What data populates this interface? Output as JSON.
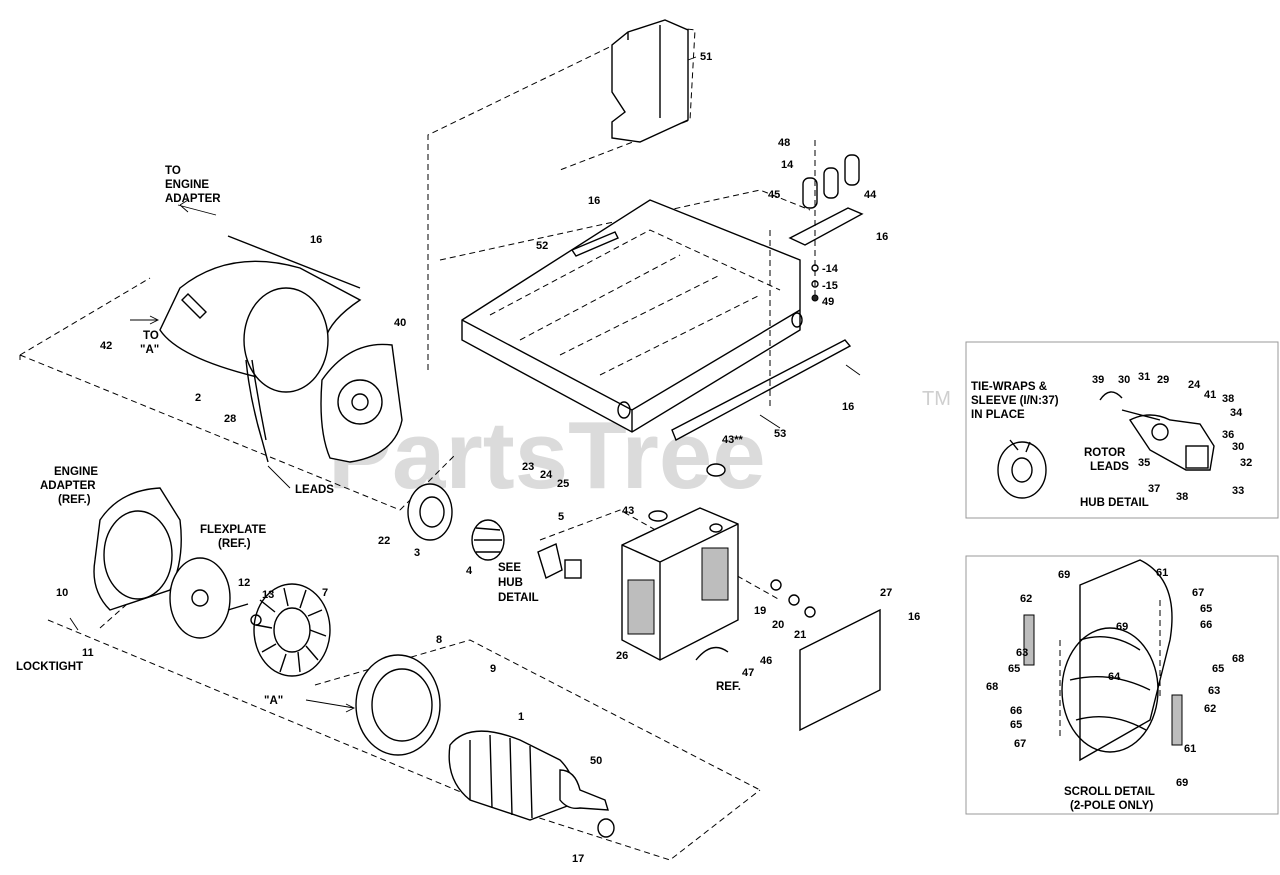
{
  "watermark": {
    "text": "PartsTree",
    "trademark": "TM"
  },
  "callouts": {
    "to_engine_adapter": [
      "TO",
      "ENGINE",
      "ADAPTER"
    ],
    "to_a": [
      "TO",
      "\"A\""
    ],
    "leads": "LEADS",
    "engine_adapter_ref": [
      "ENGINE",
      "ADAPTER",
      "(REF.)"
    ],
    "flexplate_ref": [
      "FLEXPLATE",
      "(REF.)"
    ],
    "locktight": "LOCKTIGHT",
    "a_marker": "\"A\"",
    "see_hub_detail": [
      "SEE",
      "HUB",
      "DETAIL"
    ],
    "ref": "REF."
  },
  "parts": {
    "p1": "1",
    "p2": "2",
    "p3": "3",
    "p4": "4",
    "p5": "5",
    "p7": "7",
    "p8": "8",
    "p9": "9",
    "p10": "10",
    "p11": "11",
    "p12": "12",
    "p13": "13",
    "p14a": "14",
    "p14b": "-14",
    "p15": "-15",
    "p16a": "16",
    "p16b": "16",
    "p16c": "16",
    "p16d": "16",
    "p16e": "16",
    "p17": "17",
    "p19": "19",
    "p20": "20",
    "p21": "21",
    "p22": "22",
    "p23": "23",
    "p24": "24",
    "p25": "25",
    "p26": "26",
    "p27": "27",
    "p28": "28",
    "p40": "40",
    "p42": "42",
    "p43": "43",
    "p43ss": "43**",
    "p44": "44",
    "p45": "45",
    "p46": "46",
    "p47": "47",
    "p48": "48",
    "p49": "49",
    "p50": "50",
    "p51": "51",
    "p52": "52",
    "p53": "53"
  },
  "hub_detail": {
    "title": "HUB DETAIL",
    "tie_wraps": [
      "TIE-WRAPS &",
      "SLEEVE (I/N:37)",
      "IN PLACE"
    ],
    "rotor_leads": [
      "ROTOR",
      "LEADS"
    ],
    "nums": {
      "n39": "39",
      "n30a": "30",
      "n31": "31",
      "n29": "29",
      "n24": "24",
      "n41": "41",
      "n38a": "38",
      "n34": "34",
      "n36": "36",
      "n30b": "30",
      "n32": "32",
      "n35": "35",
      "n37": "37",
      "n38b": "38",
      "n33": "33"
    }
  },
  "scroll_detail": {
    "title": [
      "SCROLL DETAIL",
      "(2-POLE ONLY)"
    ],
    "nums": {
      "n69a": "69",
      "n61a": "61",
      "n62a": "62",
      "n67a": "67",
      "n65a": "65",
      "n66a": "66",
      "n69b": "69",
      "n63a": "63",
      "n65b": "65",
      "n68a": "68",
      "n64": "64",
      "n65c": "65",
      "n68b": "68",
      "n63b": "63",
      "n66b": "66",
      "n65d": "65",
      "n62b": "62",
      "n67b": "67",
      "n61b": "61",
      "n69c": "69"
    }
  }
}
